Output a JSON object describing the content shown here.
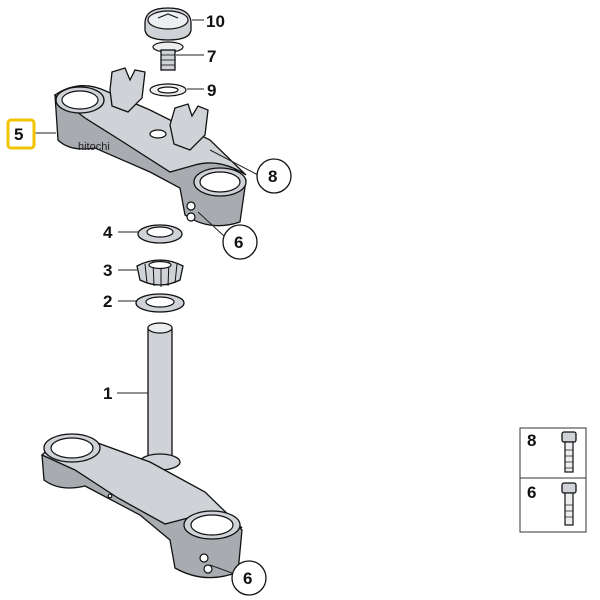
{
  "diagram": {
    "callouts": {
      "c10": "10",
      "c7": "7",
      "c9": "9",
      "c5": "5",
      "c8": "8",
      "c6a": "6",
      "c4": "4",
      "c3": "3",
      "c2": "2",
      "c1": "1",
      "c6b": "6"
    },
    "watermark": "hitochi",
    "legend": {
      "row1": "8",
      "row2": "6"
    },
    "colors": {
      "highlight": "#f2c300",
      "metal": "#cfd2d6",
      "outline": "#111111"
    }
  }
}
